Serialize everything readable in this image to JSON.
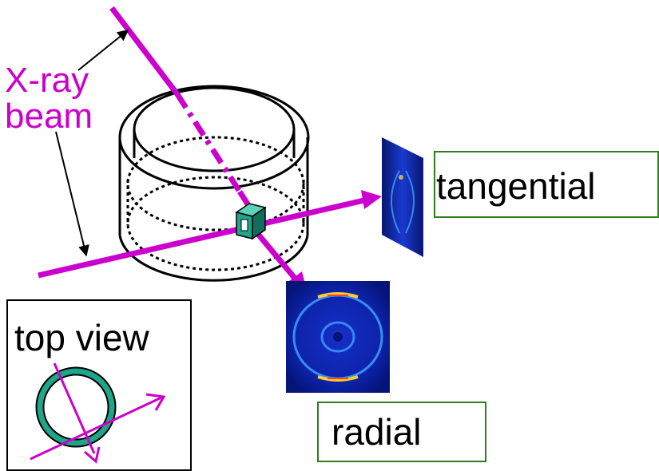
{
  "labels": {
    "beam_line1": "X-ray",
    "beam_line2": "beam",
    "tangential": "tangential",
    "radial": "radial",
    "top_view": "top view"
  },
  "colors": {
    "beam": "#cc00cc",
    "sample": "#1ea58a",
    "box_border": "#2e7d1e",
    "outline": "#000000",
    "detector_bg": "#0a1a8c"
  }
}
